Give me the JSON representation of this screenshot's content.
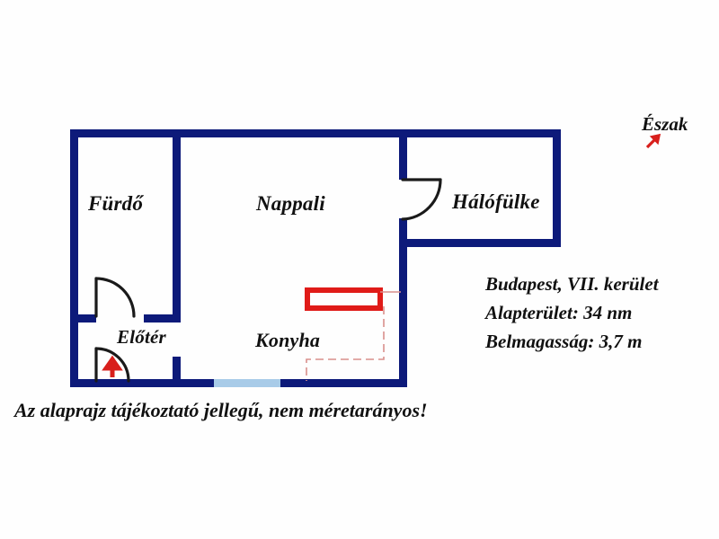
{
  "plan": {
    "rooms": [
      {
        "key": "fordo",
        "label": "Fürdő"
      },
      {
        "key": "nappali",
        "label": "Nappali"
      },
      {
        "key": "halofulke",
        "label": "Hálófülke"
      },
      {
        "key": "eloter",
        "label": "Előtér"
      },
      {
        "key": "konyha",
        "label": "Konyha"
      }
    ],
    "colors": {
      "wall": "#0d1a7a",
      "door": "#1a1a1a",
      "window": "#a8cbe8",
      "fixture": "#e01b18",
      "fixture_faint": "#d98f8c",
      "arrow": "#d81f1c",
      "text": "#111111",
      "background": "#fefefe"
    }
  },
  "compass": {
    "label": "Észak",
    "icon": "north-arrow-icon"
  },
  "info": {
    "location": "Budapest, VII. kerület",
    "floor_area": "Alapterület: 34 nm",
    "ceiling_height": "Belmagasság: 3,7 m"
  },
  "disclaimer": {
    "text": "Az alaprajz tájékoztató jellegű, nem méretarányos!"
  }
}
